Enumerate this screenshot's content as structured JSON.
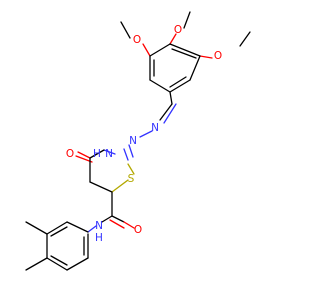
{
  "atoms": [
    {
      "id": "o_top",
      "symbol": "O",
      "element": "O"
    },
    {
      "id": "o_left",
      "symbol": "O",
      "element": "O"
    },
    {
      "id": "o_right",
      "symbol": "O",
      "element": "O"
    },
    {
      "id": "o_ketone",
      "symbol": "O",
      "element": "O"
    },
    {
      "id": "o_amide",
      "symbol": "O",
      "element": "O"
    },
    {
      "id": "n_ring",
      "symbol": "N",
      "element": "N"
    },
    {
      "id": "h_ring",
      "symbol": "H",
      "element": "N"
    },
    {
      "id": "n_hyd1",
      "symbol": "N",
      "element": "N"
    },
    {
      "id": "n_hyd2",
      "symbol": "N",
      "element": "N"
    },
    {
      "id": "n_amide",
      "symbol": "N",
      "element": "N"
    },
    {
      "id": "h_amide",
      "symbol": "H",
      "element": "N"
    },
    {
      "id": "s_ring",
      "symbol": "S",
      "element": "S"
    }
  ],
  "colors": {
    "bond": "#000000",
    "O": "#ff0000",
    "N": "#3333ff",
    "S": "#b3a800"
  }
}
